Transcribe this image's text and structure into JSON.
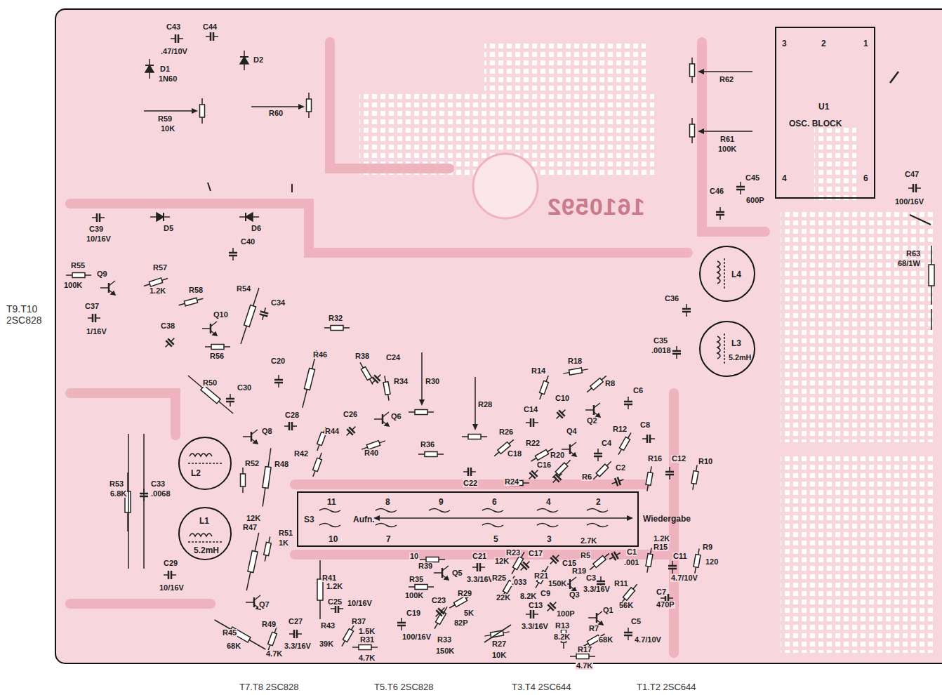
{
  "diagram": {
    "nodes": [
      {
        "text": [
          "3",
          "2",
          "1",
          "U1",
          "OSC. BLOCK",
          "4",
          "6"
        ]
      },
      {
        "text": [
          "L4"
        ]
      },
      {
        "text": [
          "L3",
          "5.2mH"
        ]
      },
      {
        "text": [
          "L2"
        ]
      },
      {
        "text": [
          "L1",
          "5.2mH"
        ]
      },
      {
        "text": [
          "11",
          "8",
          "9",
          "6",
          "4",
          "2",
          "S3",
          "Aufn.",
          "Wiedergabe",
          "10",
          "7",
          "5",
          "3"
        ]
      }
    ],
    "labels": [
      "C43",
      ".47/10V",
      "C44",
      "D1",
      "1N60",
      "D2",
      "R59",
      "10K",
      "R60",
      "R62",
      "R61",
      "100K",
      "C45",
      "600P",
      "C46",
      "C47",
      "100/16V",
      "R63",
      "68/1W",
      "C36",
      "C35",
      ".0018",
      "C39",
      "10/16V",
      "D5",
      "D6",
      "C40",
      "R55",
      "100K",
      "Q9",
      "R57",
      "1.2K",
      "C37",
      "1/16V",
      "R58",
      "R54",
      "C34",
      "Q10",
      "C38",
      "R56",
      "T9.T10",
      "2SC828",
      "R32",
      "C20",
      "R46",
      "R38",
      "C24",
      "R34",
      "R30",
      "R50",
      "C30",
      "R18",
      "R14",
      "R8",
      "C6",
      "C14",
      "C10",
      "Q2",
      "R28",
      "C28",
      "C26",
      "Q6",
      "R44",
      "Q8",
      "R26",
      "Q4",
      "R12",
      "C8",
      "R22",
      "R40",
      "R36",
      "R42",
      "C4",
      "C18",
      "C16",
      "R20",
      "R16",
      "C12",
      "R10",
      "R52",
      "R48",
      "R6",
      "C2",
      "C22",
      "R24",
      "R53",
      "6.8K",
      "C33",
      ".0068",
      "12K",
      "R47",
      "R51",
      "1K",
      "2.7K",
      "1.2K",
      "R15",
      "C11",
      "R9",
      "120",
      "C1",
      ".001",
      "R5",
      "R23",
      "12K",
      "C17",
      "10",
      "R39",
      "C21",
      "Q5",
      "3.3/16V",
      "R35",
      "100K",
      "R25",
      "22K",
      ".033",
      "8.2K",
      "R21",
      "C15",
      "R19",
      "150K",
      "C3",
      "3.3/16V",
      "Q3",
      "R11",
      "56K",
      "C7",
      "470P",
      "4.7/10V",
      "R41",
      "1.2K",
      "C25",
      "10/16V",
      "C23",
      "R29",
      "5K",
      "82P",
      "C9",
      "100P",
      "C13",
      "3.3/16V",
      "R13",
      "8.2K",
      "Q1",
      "R7",
      "68K",
      "C5",
      "4.7/10V",
      "R17",
      "4.7K",
      "Q7",
      "R45",
      "68K",
      "R49",
      "4.7K",
      "C27",
      "3.3/16V",
      "R43",
      "39K",
      "R37",
      "1.5K",
      "R31",
      "4.7K",
      "C19",
      "100/16V",
      "R33",
      "150K",
      "R27",
      "10K",
      "C29",
      "10/16V",
      "T7.T8 2SC828",
      "T5.T6 2SC828",
      "T3.T4 2SC644",
      "T1.T2 2SC644",
      "1610592"
    ]
  }
}
